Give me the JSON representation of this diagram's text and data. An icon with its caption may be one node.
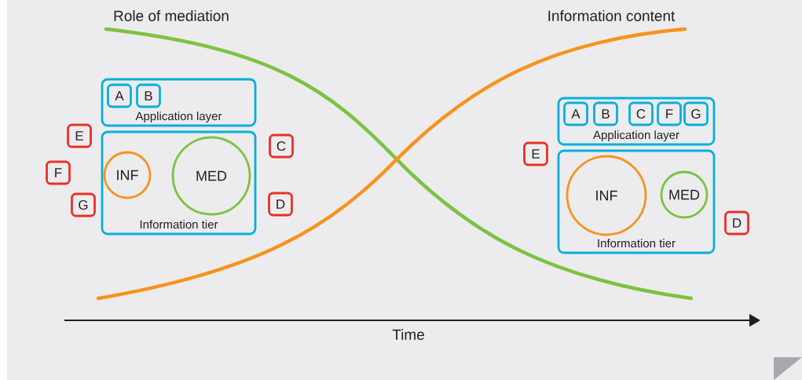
{
  "diagram": {
    "nodes": [
      {
        "text": [
          "Application layer"
        ]
      },
      {
        "text": [
          "A"
        ],
        "in": 0
      },
      {
        "text": [
          "B"
        ],
        "in": 0
      },
      {
        "text": [
          "Information tier"
        ]
      },
      {
        "text": [
          "INF"
        ],
        "in": 3
      },
      {
        "text": [
          "MED"
        ],
        "in": 3
      },
      {
        "text": [
          "E"
        ]
      },
      {
        "text": [
          "F"
        ]
      },
      {
        "text": [
          "G"
        ]
      },
      {
        "text": [
          "C"
        ]
      },
      {
        "text": [
          "D"
        ]
      },
      {
        "text": [
          "Application layer"
        ]
      },
      {
        "text": [
          "A"
        ],
        "in": 11
      },
      {
        "text": [
          "B"
        ],
        "in": 11
      },
      {
        "text": [
          "C"
        ],
        "in": 11
      },
      {
        "text": [
          "F"
        ],
        "in": 11
      },
      {
        "text": [
          "G"
        ],
        "in": 11
      },
      {
        "text": [
          "Information tier"
        ]
      },
      {
        "text": [
          "INF"
        ],
        "in": 17
      },
      {
        "text": [
          "MED"
        ],
        "in": 17
      },
      {
        "text": [
          "E"
        ]
      },
      {
        "text": [
          "D"
        ]
      }
    ],
    "edges": [],
    "labels": [
      "Role of mediation",
      "Information content",
      "Time"
    ]
  }
}
